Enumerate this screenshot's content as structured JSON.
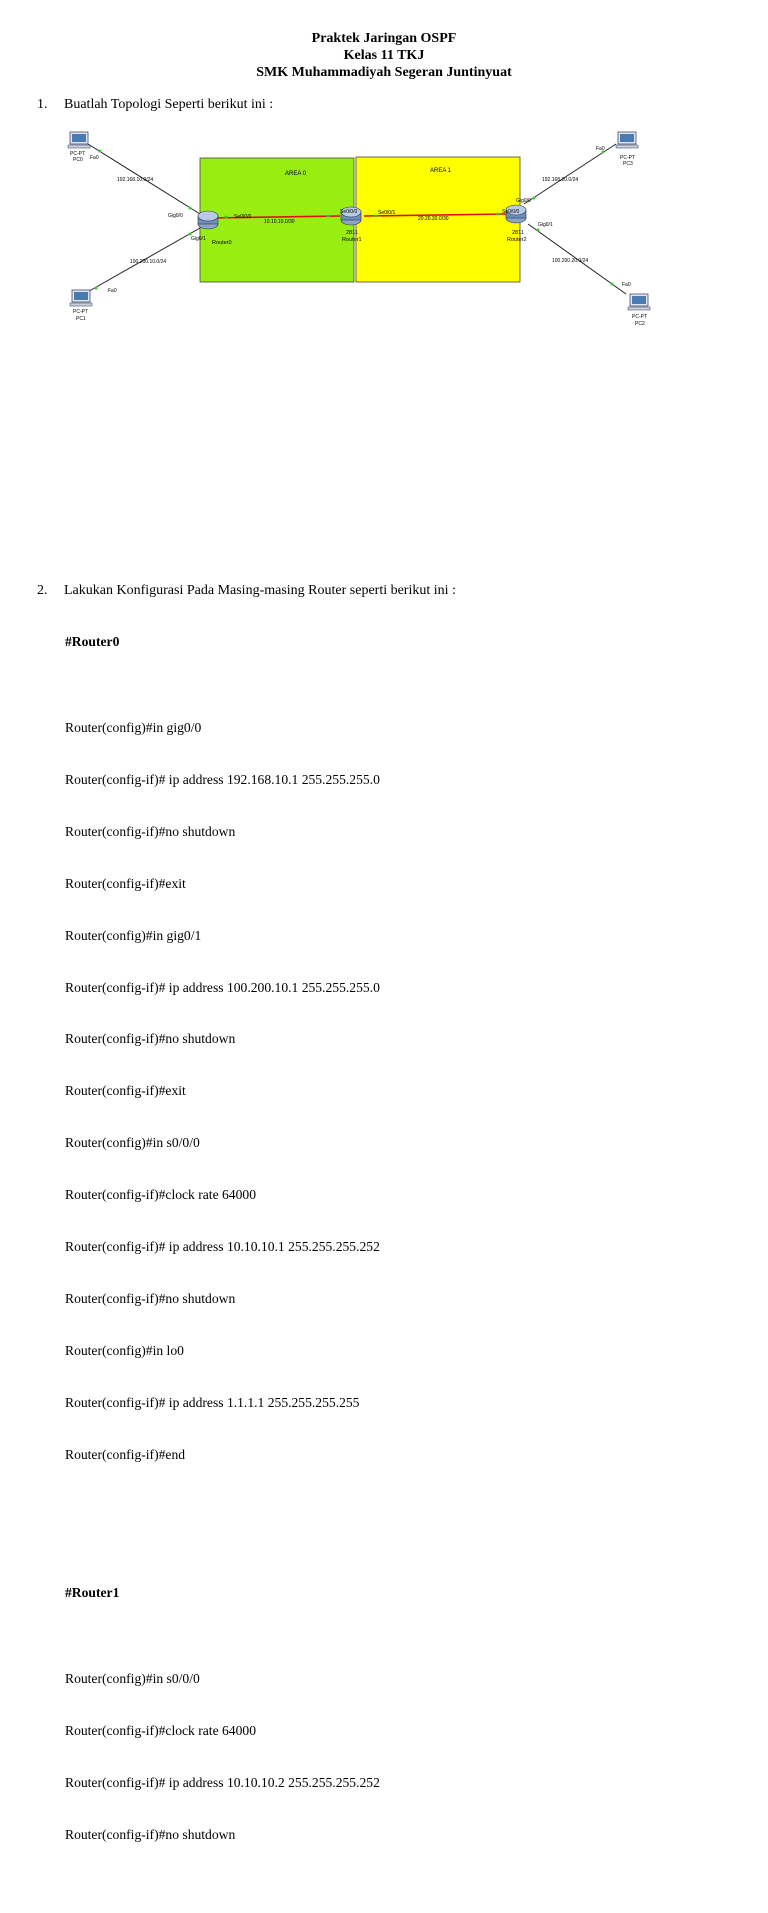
{
  "header": {
    "line1": "Praktek Jaringan OSPF",
    "line2": "Kelas 11 TKJ",
    "line3": "SMK Muhammadiyah Segeran Juntinyuat"
  },
  "step1": {
    "num": "1.",
    "text": "Buatlah Topologi Seperti berikut ini :"
  },
  "step2": {
    "num": "2.",
    "text": "Lakukan Konfigurasi Pada Masing-masing Router seperti berikut ini :"
  },
  "topology": {
    "areas": [
      {
        "label": "AREA 0",
        "color": "#99ee11"
      },
      {
        "label": "AREA 1",
        "color": "#ffff00"
      }
    ],
    "routers": [
      {
        "name": "Router0",
        "model": ""
      },
      {
        "name": "Router1",
        "model": "2811"
      },
      {
        "name": "Router2",
        "model": "2811"
      }
    ],
    "pcs": [
      {
        "type": "PC-PT",
        "name": "PC0",
        "iface": "Fa0"
      },
      {
        "type": "PC-PT",
        "name": "PC1",
        "iface": "Fa0"
      },
      {
        "type": "PC-PT",
        "name": "PC3",
        "iface": "Fa0"
      },
      {
        "type": "PC-PT",
        "name": "PC2",
        "iface": "Fa0"
      }
    ],
    "networks": {
      "pc0": "192.168.10.0/24",
      "pc1": "100.200.10.0/24",
      "pc3": "192.168.20.0/24",
      "pc2": "100.200.20.0/24",
      "serial01": "10.10.10.0/30",
      "serial12": "20.20.20.0/30"
    },
    "ifaces": {
      "r0_gig00": "Gig0/0",
      "r0_gig01": "Gig0/1",
      "r0_se000": "Se0/0/0",
      "r1_se000": "Se0/0/0",
      "r1_se001": "Se0/0/1",
      "r2_se000": "Se0/0/0",
      "r2_gig00": "Gig0/0",
      "r2_gig01": "Gig0/1"
    },
    "link_color": "#dd1111",
    "cable_color": "#222222",
    "port_color": "#33cc33"
  },
  "config": {
    "router0": {
      "title": "#Router0",
      "lines": [
        "Router(config)#in gig0/0",
        "Router(config-if)# ip address 192.168.10.1 255.255.255.0",
        "Router(config-if)#no shutdown",
        "Router(config-if)#exit",
        "Router(config)#in gig0/1",
        "Router(config-if)# ip address 100.200.10.1 255.255.255.0",
        "Router(config-if)#no shutdown",
        "Router(config-if)#exit",
        "Router(config)#in s0/0/0",
        "Router(config-if)#clock rate 64000",
        "Router(config-if)# ip address 10.10.10.1 255.255.255.252",
        "Router(config-if)#no shutdown",
        "Router(config)#in lo0",
        "Router(config-if)# ip address 1.1.1.1 255.255.255.255",
        "Router(config-if)#end"
      ]
    },
    "router1": {
      "title": "#Router1",
      "lines": [
        "Router(config)#in s0/0/0",
        "Router(config-if)#clock rate 64000",
        "Router(config-if)# ip address 10.10.10.2 255.255.255.252",
        "Router(config-if)#no shutdown"
      ]
    }
  }
}
